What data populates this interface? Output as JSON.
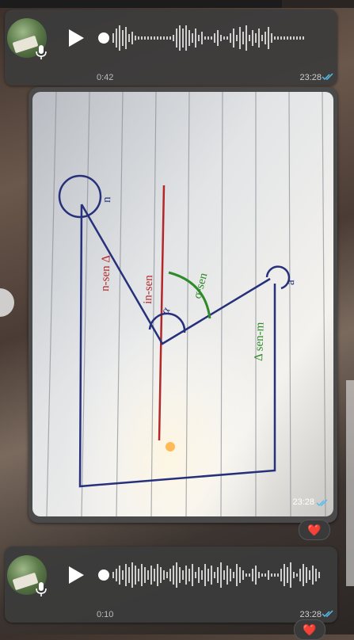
{
  "messages": [
    {
      "type": "voice",
      "duration": "0:42",
      "time": "23:28"
    },
    {
      "type": "photo",
      "time": "23:28",
      "reaction": "❤️"
    },
    {
      "type": "voice",
      "duration": "0:10",
      "time": "23:28",
      "reaction": "❤️"
    }
  ],
  "photo_annotations": {
    "left_label": "n-sen Δ",
    "middle_label": "in-sen",
    "angle_label": "α",
    "green_label": "σ-sen",
    "right_label": "Δ sen-m",
    "top_left_letter": "n",
    "top_right_letter": "a"
  },
  "colors": {
    "bubble": "#3c3c3c",
    "read_ticks": "#53bdeb",
    "heart": "#e53935",
    "ink_blue": "#27307a",
    "ink_red": "#b3262a",
    "ink_green": "#2f8a2a"
  }
}
